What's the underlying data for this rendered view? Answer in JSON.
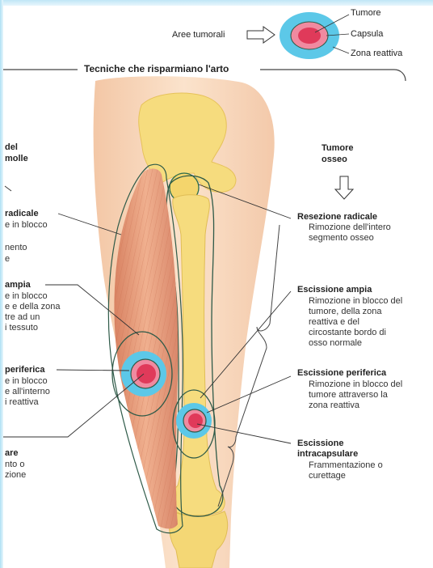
{
  "legend": {
    "tumor_areas": "Aree tumorali",
    "tumor": "Tumore",
    "capsule": "Capsula",
    "reactive_zone": "Zona reattiva"
  },
  "section_title": "Tecniche che risparmiano l'arto",
  "left_partial": {
    "soft_tissue_1": "del",
    "soft_tissue_2": "molle",
    "radical_title": "radicale",
    "radical_l1": "e in blocco",
    "radical_l2": "nento",
    "radical_l3": "e",
    "wide_title": "ampia",
    "wide_l1": "e in blocco",
    "wide_l2": "e e della zona",
    "wide_l3": "tre ad un",
    "wide_l4": "i tessuto",
    "marginal_title": "periferica",
    "marginal_l1": "e in blocco",
    "marginal_l2": "e all'interno",
    "marginal_l3": "i reattiva",
    "intra_title": "are",
    "intra_l1": "nto o",
    "intra_l2": "zione"
  },
  "bone_tumor": {
    "title_1": "Tumore",
    "title_2": "osseo",
    "radical_title": "Resezione radicale",
    "radical_l1": "Rimozione dell'intero",
    "radical_l2": "segmento osseo",
    "wide_title": "Escissione ampia",
    "wide_l1": "Rimozione in blocco del",
    "wide_l2": "tumore, della zona",
    "wide_l3": "reattiva e del",
    "wide_l4": "circostante bordo di",
    "wide_l5": "osso normale",
    "marginal_title": "Escissione periferica",
    "marginal_l1": "Rimozione in blocco  del",
    "marginal_l2": "tumore attraverso la",
    "marginal_l3": "zona reattiva",
    "intra_title_1": "Escissione",
    "intra_title_2": "intracapsulare",
    "intra_l1": "Frammentazione o",
    "intra_l2": "curettage"
  },
  "colors": {
    "tumor": "#e03a5a",
    "capsule": "#f08aa0",
    "reactive_zone": "#5cc8e8",
    "bone": "#f6dc7e",
    "muscle": "#e8a37a",
    "skin": "#f7d2b4"
  }
}
